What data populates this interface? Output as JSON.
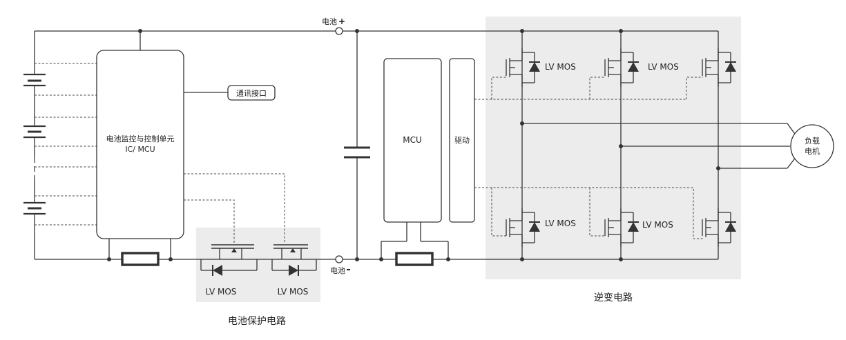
{
  "labels": {
    "battery_pos": "电池",
    "battery_neg": "电池",
    "comm_port": "通讯接口",
    "bms_line1": "电池监控与控制单元",
    "bms_line2": "IC/ MCU",
    "mcu": "MCU",
    "driver": "驱动",
    "load_line1": "负载",
    "load_line2": "电机",
    "lv_mos": "LV MOS",
    "protection_caption": "电池保护电路",
    "inverter_caption": "逆变电路"
  }
}
